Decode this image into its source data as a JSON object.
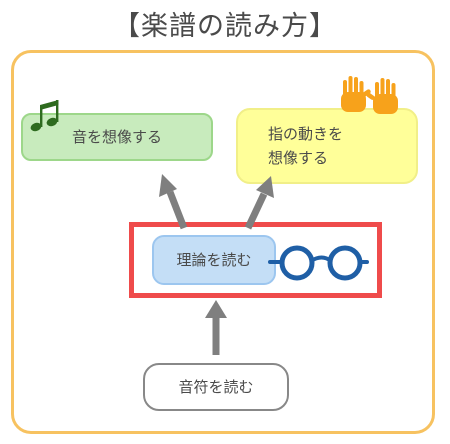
{
  "title": "【楽譜の読み方】",
  "nodes": {
    "sound": "音を想像する",
    "fingers_line1": "指の動きを",
    "fingers_line2": "想像する",
    "theory": "理論を読む",
    "notes": "音符を読む"
  },
  "colors": {
    "frame": "#f7c260",
    "sound_fill": "#c8ebbd",
    "fingers_fill": "#ffff99",
    "theory_fill": "#c4def6",
    "highlight": "#ef4b4b",
    "arrow": "#7f7f7f",
    "glasses": "#1f5fa6",
    "hands": "#f7a21b",
    "music_note": "#2e6b1f"
  },
  "icons": [
    "music-note-icon",
    "raised-hands-icon",
    "glasses-icon"
  ]
}
